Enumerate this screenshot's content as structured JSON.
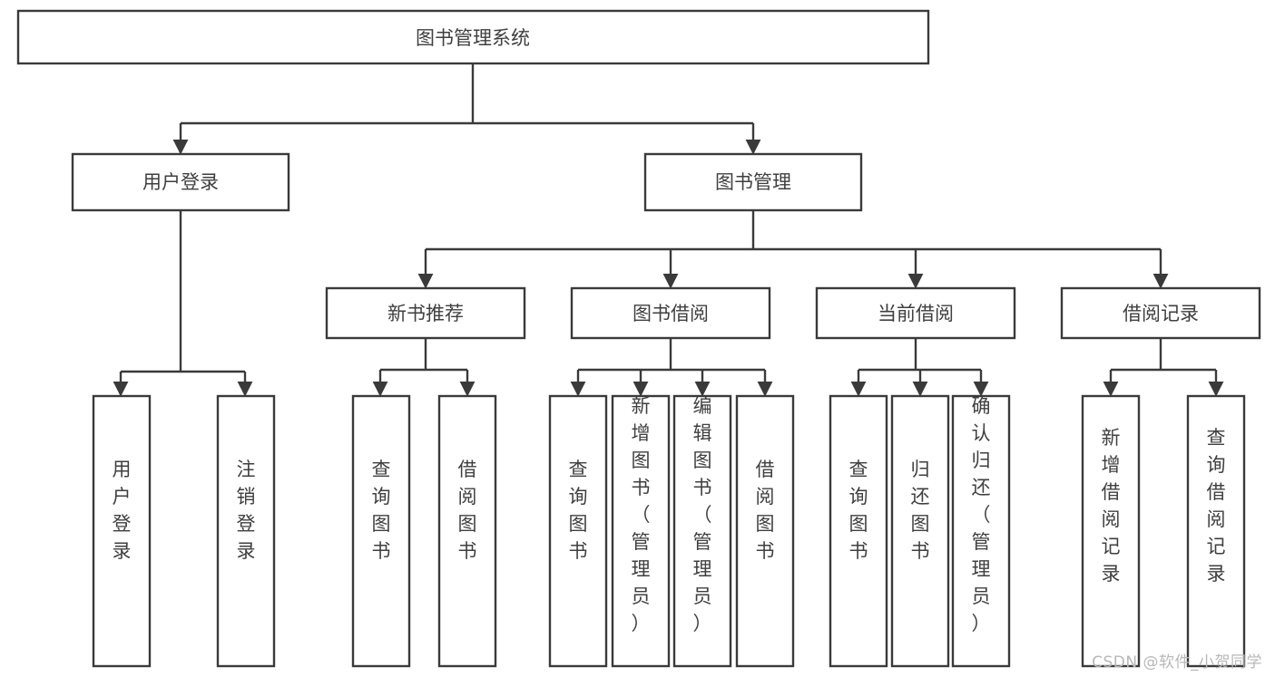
{
  "diagram": {
    "type": "tree-hierarchy-diagram",
    "title": "图书管理系统",
    "root": {
      "id": "root",
      "label": "图书管理系统",
      "orientation": "horizontal"
    },
    "level1": [
      {
        "id": "user-login",
        "label": "用户登录",
        "orientation": "horizontal"
      },
      {
        "id": "book-manage",
        "label": "图书管理",
        "orientation": "horizontal"
      }
    ],
    "level2": [
      {
        "id": "new-book-recommend",
        "label": "新书推荐",
        "parent": "book-manage",
        "orientation": "horizontal"
      },
      {
        "id": "book-borrow",
        "label": "图书借阅",
        "parent": "book-manage",
        "orientation": "horizontal"
      },
      {
        "id": "current-borrow",
        "label": "当前借阅",
        "parent": "book-manage",
        "orientation": "horizontal"
      },
      {
        "id": "borrow-record",
        "label": "借阅记录",
        "parent": "book-manage",
        "orientation": "horizontal"
      }
    ],
    "leaves": [
      {
        "id": "leaf-user-login",
        "label": "用户登录",
        "parent": "user-login",
        "orientation": "vertical"
      },
      {
        "id": "leaf-user-logout",
        "label": "注销登录",
        "parent": "user-login",
        "orientation": "vertical"
      },
      {
        "id": "leaf-query-book-1",
        "label": "查询图书",
        "parent": "new-book-recommend",
        "orientation": "vertical"
      },
      {
        "id": "leaf-borrow-book-1",
        "label": "借阅图书",
        "parent": "new-book-recommend",
        "orientation": "vertical"
      },
      {
        "id": "leaf-query-book-2",
        "label": "查询图书",
        "parent": "book-borrow",
        "orientation": "vertical"
      },
      {
        "id": "leaf-add-book",
        "label": "新增图书（管理员）",
        "parent": "book-borrow",
        "orientation": "vertical"
      },
      {
        "id": "leaf-edit-book",
        "label": "编辑图书（管理员）",
        "parent": "book-borrow",
        "orientation": "vertical"
      },
      {
        "id": "leaf-borrow-book-2",
        "label": "借阅图书",
        "parent": "book-borrow",
        "orientation": "vertical"
      },
      {
        "id": "leaf-query-book-3",
        "label": "查询图书",
        "parent": "current-borrow",
        "orientation": "vertical"
      },
      {
        "id": "leaf-return-book",
        "label": "归还图书",
        "parent": "current-borrow",
        "orientation": "vertical"
      },
      {
        "id": "leaf-confirm-return",
        "label": "确认归还（管理员）",
        "parent": "current-borrow",
        "orientation": "vertical"
      },
      {
        "id": "leaf-add-record",
        "label": "新增借阅记录",
        "parent": "borrow-record",
        "orientation": "vertical"
      },
      {
        "id": "leaf-query-record",
        "label": "查询借阅记录",
        "parent": "borrow-record",
        "orientation": "vertical"
      }
    ],
    "colors": {
      "background": "#ffffff",
      "box_fill": "#ffffff",
      "box_stroke": "#3a3a3a",
      "text": "#3f3f3f",
      "edge": "#3a3a3a",
      "watermark": "#b8b8b8"
    }
  },
  "watermark": {
    "text": "CSDN @软件_小贺同学"
  }
}
